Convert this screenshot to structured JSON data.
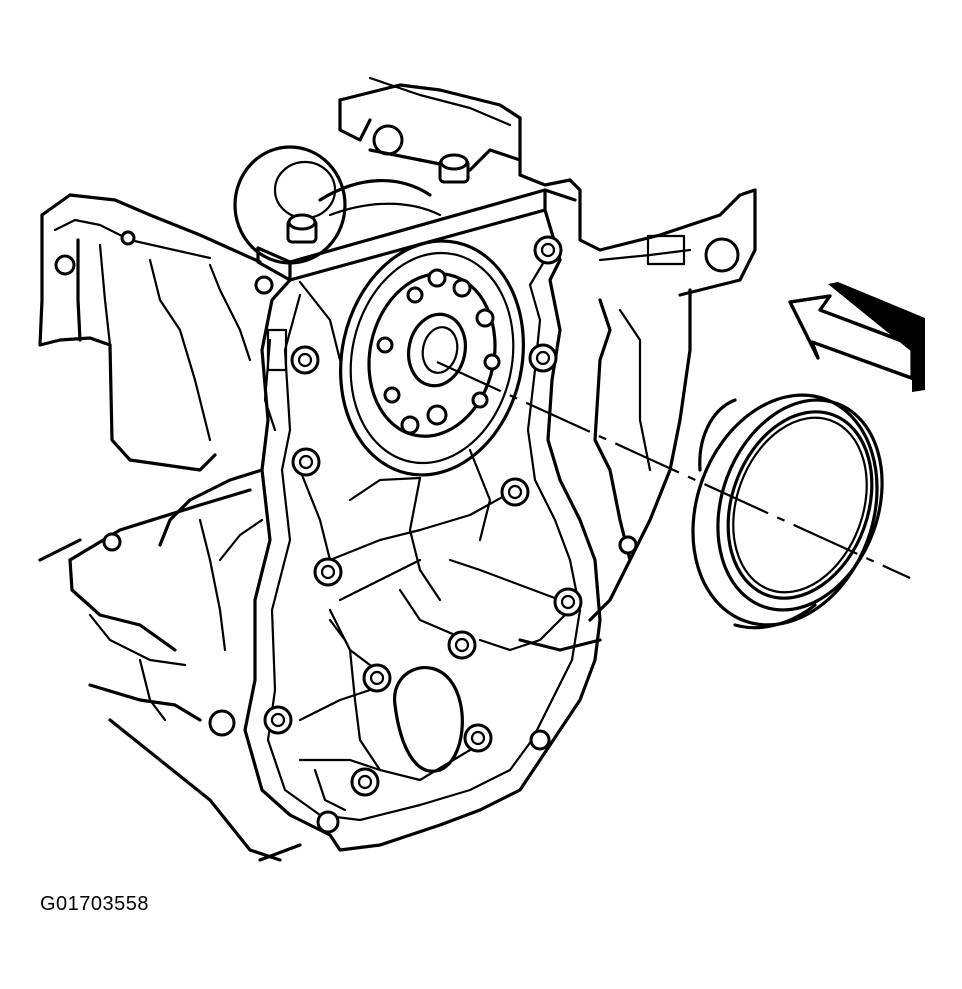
{
  "figure": {
    "id_label": "G01703558"
  },
  "parts": [
    {
      "name": "engine-front-cover"
    },
    {
      "name": "crankshaft-front-oil-seal"
    },
    {
      "name": "direction-arrow"
    }
  ]
}
